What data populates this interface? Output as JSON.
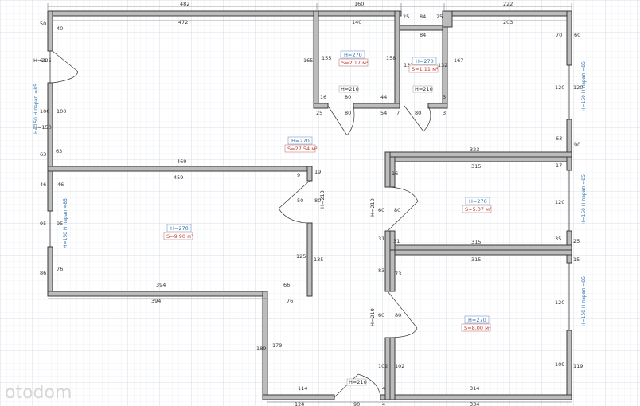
{
  "theme": {
    "wall": "#3a3a3a",
    "wall_fill": "#bcbcbc",
    "grid": "#dfe3ea",
    "grid_major": "#c9cfd9",
    "height_color": "#2a6fb0",
    "area_color": "#c0392b"
  },
  "rooms": {
    "living": {
      "height": "H=270",
      "area": "S=27.54 м²"
    },
    "bathroom": {
      "height": "H=270",
      "area": "S=2.17 м²"
    },
    "wc": {
      "height": "H=270",
      "area": "S=1.11 м²"
    },
    "bedroom_left": {
      "height": "H=270",
      "area": "S=9.90 м²"
    },
    "room_right_mid": {
      "height": "H=270",
      "area": "S=5.07 м²"
    },
    "room_right_bottom": {
      "height": "H=270",
      "area": "S=8.00 м²"
    }
  },
  "doors": {
    "bath_door": "H=210",
    "wc_door": "H=210",
    "bed_door": "H=210",
    "mid_door": "H=210",
    "bottom_door": "H=210",
    "entry_door": "H=210"
  },
  "windows": {
    "w1": "H=150  H парап.=85",
    "w2": "H=150  H парап.=85",
    "w3": "H=150  H парап.=85",
    "w4": "H=150  H парап.=85"
  },
  "dimensions": {
    "top_482": "482",
    "top_160": "160",
    "top_25a": "25",
    "top_84": "84",
    "top_25b": "25",
    "top_222": "222",
    "in_472": "472",
    "in_140": "140",
    "in_84": "84",
    "in_203": "203",
    "l_50": "50",
    "l_40": "40",
    "l_60": "60",
    "l_h225": "H=225",
    "l_100a": "100",
    "l_100b": "100",
    "l_h150": "H=150",
    "l_63a": "63",
    "l_63b": "63",
    "l_46a": "46",
    "l_46b": "46",
    "l_95a": "95",
    "l_95b": "95",
    "l_86": "86",
    "l_76": "76",
    "b_165": "165",
    "b_155": "155",
    "b_158": "158",
    "b_16": "16",
    "b_80a": "80",
    "b_44": "44",
    "b_25": "25",
    "b_80b": "80",
    "b_54": "54",
    "b_7": "7",
    "b_80c": "80",
    "b_3a": "3",
    "b_3b": "3",
    "w_131": "131",
    "w_132": "132",
    "w_167": "167",
    "r_70a": "70",
    "r_60": "60",
    "r_120a": "120",
    "r_120b": "120",
    "r_63": "63",
    "r_90": "90",
    "mid_469": "469",
    "mid_323": "323",
    "bed_459": "459",
    "bed_9": "9",
    "bed_19": "19",
    "bed_50": "50",
    "bed_80": "80",
    "bed_125": "125",
    "bed_135": "135",
    "bed_394a": "394",
    "bed_66": "66",
    "bed_394b": "394",
    "bed_76": "76",
    "rm_315a": "315",
    "rm_17": "17",
    "rm_16": "16",
    "rm_60a": "60",
    "rm_80a": "80",
    "rm_31a": "31",
    "rm_31b": "31",
    "rm_315b": "315",
    "rm_35": "35",
    "rm_25": "25",
    "rm_120": "120",
    "rb_315": "315",
    "rb_83": "83",
    "rb_73": "73",
    "rb_60": "60",
    "rb_80": "80",
    "rb_102a": "102",
    "rb_102b": "102",
    "rb_120": "120",
    "rb_109": "109",
    "rb_119": "119",
    "rb_314": "314",
    "rb_334": "334",
    "rb_15": "15",
    "hall_189": "189",
    "hall_179": "179",
    "hall_114": "114",
    "hall_124": "124",
    "hall_90": "90",
    "hall_4a": "4",
    "hall_4b": "4"
  },
  "watermark": "otodom"
}
